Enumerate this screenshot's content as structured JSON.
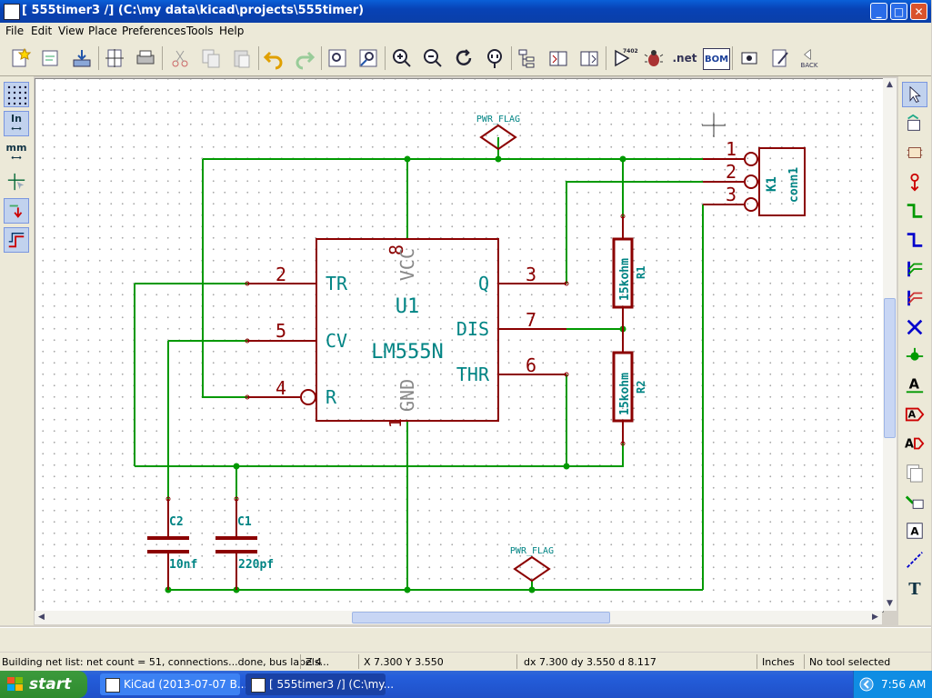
{
  "window": {
    "title": "[ 555timer3 /] (C:\\my data\\kicad\\projects\\555timer)",
    "min": "_",
    "max": "□",
    "close": "✕"
  },
  "menu": [
    "File",
    "Edit",
    "View",
    "Place",
    "Preferences",
    "Tools",
    "Help"
  ],
  "toolbar": {
    "icons": [
      "new-schematic-icon",
      "open-sheet-icon",
      "save-icon",
      "page-settings-icon",
      "print-icon",
      "cut-icon",
      "copy-icon",
      "paste-icon",
      "undo-icon",
      "redo-icon",
      "find-icon",
      "find-replace-icon",
      "zoom-in-icon",
      "zoom-out-icon",
      "redraw-icon",
      "zoom-auto-icon",
      "hierarchy-navigator-icon",
      "library-editor-icon",
      "library-browser-icon",
      "pcbnew-icon",
      "erc-icon",
      "netlist-icon",
      "bom-icon",
      "cvpcb-icon",
      "annotate-icon",
      "back-icon"
    ],
    "netlist_label": ".net",
    "bom_label": "BOM",
    "back_label": "BACK",
    "pcb_label": "7402"
  },
  "left_toolbar": {
    "units_in": "In",
    "units_mm": "mm"
  },
  "right_toolbar": {
    "text_label": "A",
    "T_label": "T"
  },
  "schematic": {
    "u1": {
      "ref": "U1",
      "value": "LM555N",
      "pins": [
        {
          "num": "2",
          "name": "TR"
        },
        {
          "num": "5",
          "name": "CV"
        },
        {
          "num": "4",
          "name": "R"
        },
        {
          "num": "3",
          "name": "Q"
        },
        {
          "num": "7",
          "name": "DIS"
        },
        {
          "num": "6",
          "name": "THR"
        },
        {
          "num": "8",
          "name": "VCC"
        },
        {
          "num": "1",
          "name": "GND"
        }
      ]
    },
    "r1": {
      "ref": "R1",
      "value": "15kohm"
    },
    "r2": {
      "ref": "R2",
      "value": "15kohm"
    },
    "c1": {
      "ref": "C1",
      "value": "220pf"
    },
    "c2": {
      "ref": "C2",
      "value": "10nf"
    },
    "k1": {
      "ref": "K1",
      "value": "conn1",
      "pins": [
        "1",
        "2",
        "3"
      ]
    },
    "pwr_flag_top": "PWR_FLAG",
    "pwr_flag_bottom": "PWR_FLAG"
  },
  "colors": {
    "wire": "#009900",
    "component": "#8b0000",
    "text_ref": "#008484",
    "pin_name": "#008484"
  },
  "status": {
    "message": "Building net list: net count = 51,  connections...done, bus labels...",
    "zoom": "Z 4",
    "coords": "X 7.300  Y 3.550",
    "delta": "dx 7.300  dy 3.550  d 8.117",
    "units": "Inches",
    "tool": "No tool selected"
  },
  "taskbar": {
    "start": "start",
    "tasks": [
      "KiCad (2013-07-07 B...",
      "[ 555timer3 /] (C:\\my..."
    ],
    "time": "7:56 AM"
  }
}
